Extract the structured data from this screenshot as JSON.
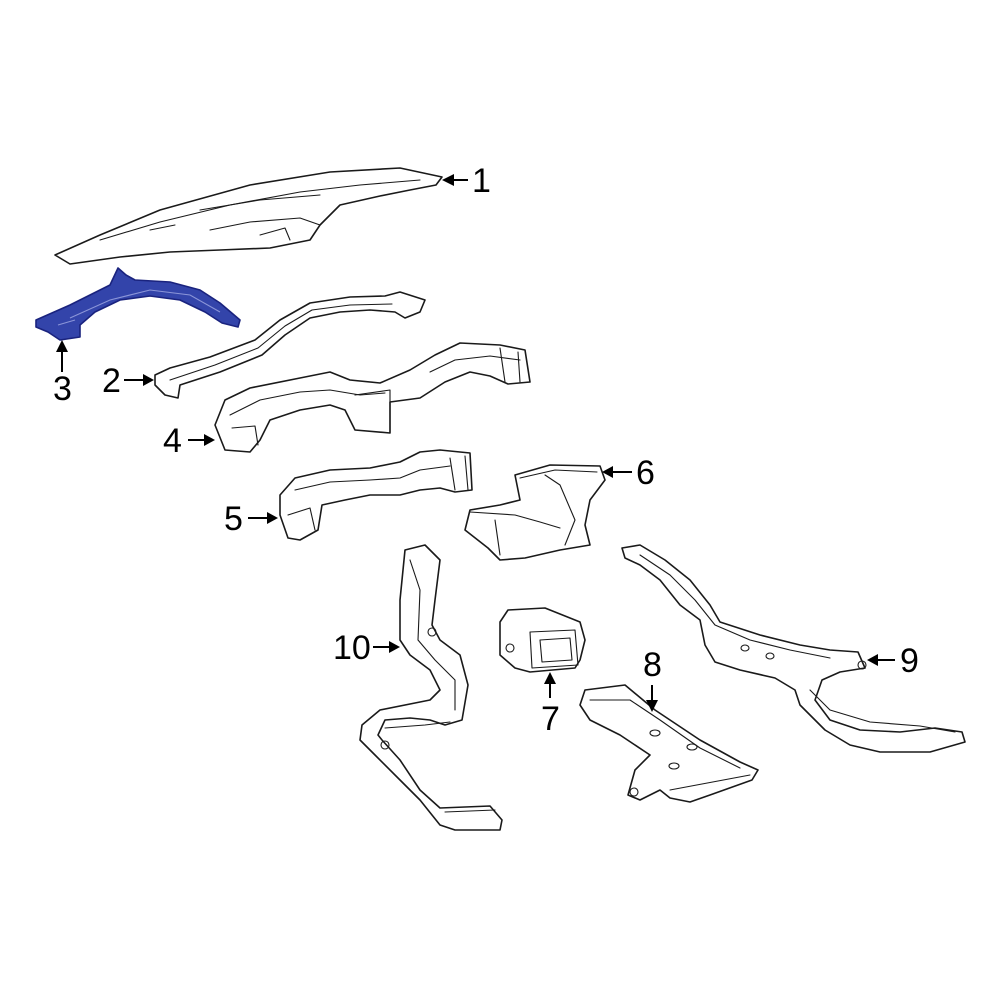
{
  "colors": {
    "background": "#ffffff",
    "outline": "#1a1a1a",
    "highlight_fill": "#3344aa",
    "highlight_stroke": "#1a237e"
  },
  "highlighted_part": "3",
  "callouts": [
    {
      "id": "1",
      "label": "1"
    },
    {
      "id": "2",
      "label": "2"
    },
    {
      "id": "3",
      "label": "3"
    },
    {
      "id": "4",
      "label": "4"
    },
    {
      "id": "5",
      "label": "5"
    },
    {
      "id": "6",
      "label": "6"
    },
    {
      "id": "7",
      "label": "7"
    },
    {
      "id": "8",
      "label": "8"
    },
    {
      "id": "9",
      "label": "9"
    },
    {
      "id": "10",
      "label": "10"
    }
  ]
}
